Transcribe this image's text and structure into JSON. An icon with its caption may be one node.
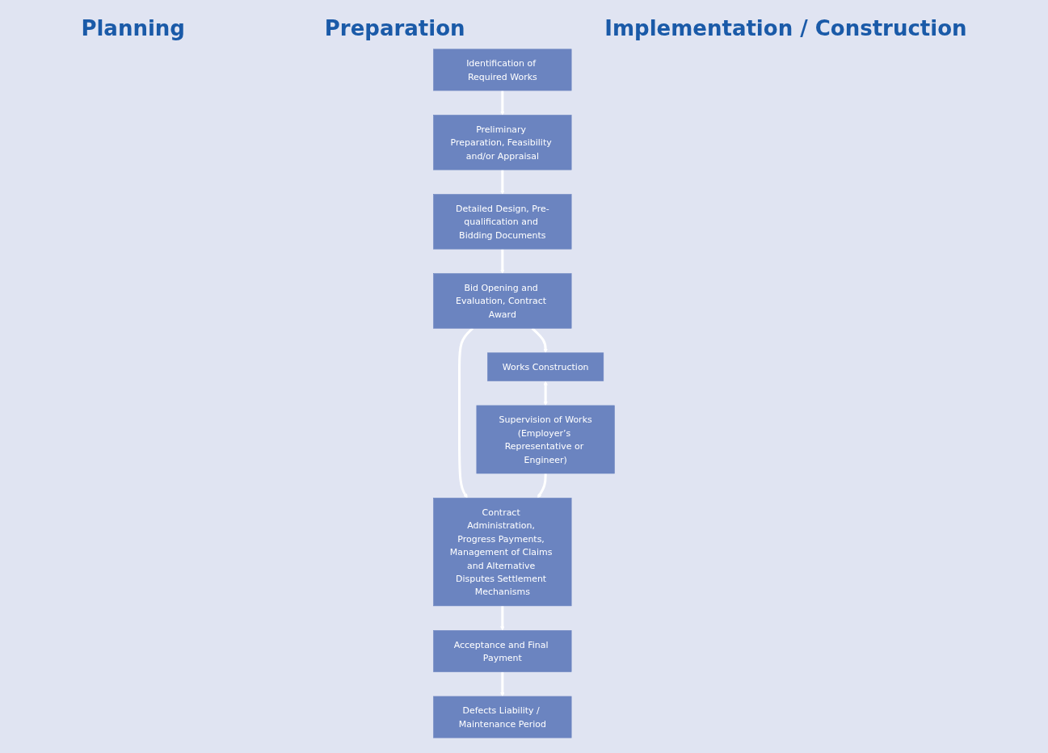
{
  "diagram": {
    "nodes": [
      {
        "text": [
          "Identification of Required Works"
        ]
      },
      {
        "text": [
          "Preliminary Preparation, Feasibility and/or Appraisal"
        ]
      },
      {
        "text": [
          "Detailed Design, Pre-qualification and Bidding Documents"
        ]
      },
      {
        "text": [
          "Bid Opening and Evaluation, Contract Award"
        ]
      },
      {
        "text": [
          "Works Construction"
        ]
      },
      {
        "text": [
          "Contract Administration, Progress Payments, Management of Claims and Alternative Disputes Settlement Mechanisms"
        ]
      },
      {
        "text": [
          "Supervision of Works",
          "(Employer’s Representative or Engineer)"
        ]
      },
      {
        "text": [
          "Acceptance and Final Payment"
        ]
      },
      {
        "text": [
          "Defects Liability / Maintenance Period"
        ]
      }
    ],
    "edges": [
      {
        "from": 0,
        "to": 1,
        "arrow": "to"
      },
      {
        "from": 1,
        "to": 2,
        "arrow": "to"
      },
      {
        "from": 2,
        "to": 3,
        "arrow": "to"
      },
      {
        "from": 3,
        "to": 4,
        "arrow": "to"
      },
      {
        "from": 3,
        "to": 5,
        "arrow": "to"
      },
      {
        "from": 4,
        "to": 6,
        "arrow": "both"
      },
      {
        "from": 6,
        "to": 5,
        "arrow": "to"
      },
      {
        "from": 5,
        "to": 7,
        "arrow": "to"
      },
      {
        "from": 7,
        "to": 8,
        "arrow": "to"
      }
    ],
    "labels": [
      "Planning",
      "Preparation",
      "Implementation / Construction"
    ]
  }
}
